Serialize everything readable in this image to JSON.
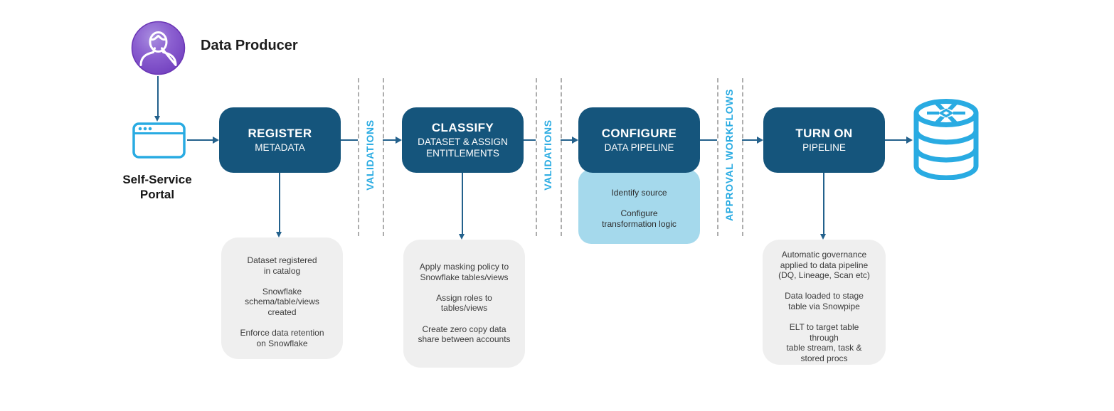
{
  "diagram": {
    "actor": {
      "label": "Data Producer"
    },
    "portal": {
      "label": "Self-Service\nPortal"
    },
    "steps": [
      {
        "title": "REGISTER",
        "subtitle": "METADATA",
        "note": "Dataset registered\nin catalog\n\nSnowflake\nschema/table/views\ncreated\n\nEnforce data retention\non Snowflake"
      },
      {
        "title": "CLASSIFY",
        "subtitle": "DATASET & ASSIGN\nENTITLEMENTS",
        "note": "Apply masking policy to\nSnowflake tables/views\n\nAssign roles to\ntables/views\n\nCreate zero copy data\nshare between accounts"
      },
      {
        "title": "CONFIGURE",
        "subtitle": "DATA PIPELINE",
        "detail": "Identify source\n\nConfigure\ntransformation logic"
      },
      {
        "title": "TURN ON",
        "subtitle": "PIPELINE",
        "note": "Automatic governance\napplied to data pipeline\n(DQ, Lineage, Scan etc)\n\nData loaded to stage\ntable via Snowpipe\n\nELT to target table\nthrough\ntable stream, task &\nstored procs"
      }
    ],
    "gates": [
      {
        "label": "VALIDATIONS"
      },
      {
        "label": "VALIDATIONS"
      },
      {
        "label": "APPROVAL WORKFLOWS"
      }
    ],
    "icons": {
      "actor": "person-avatar-icon",
      "portal": "browser-window-icon",
      "destination": "snowflake-database-icon"
    },
    "colors": {
      "step_box_blue": "#15557C",
      "accent_cyan": "#29ABE2",
      "detail_box_blue": "#A5D9EC",
      "note_box_grey": "#EFEFEF",
      "connector_blue": "#23618C",
      "avatar_purple": "#7D4BC8"
    }
  }
}
